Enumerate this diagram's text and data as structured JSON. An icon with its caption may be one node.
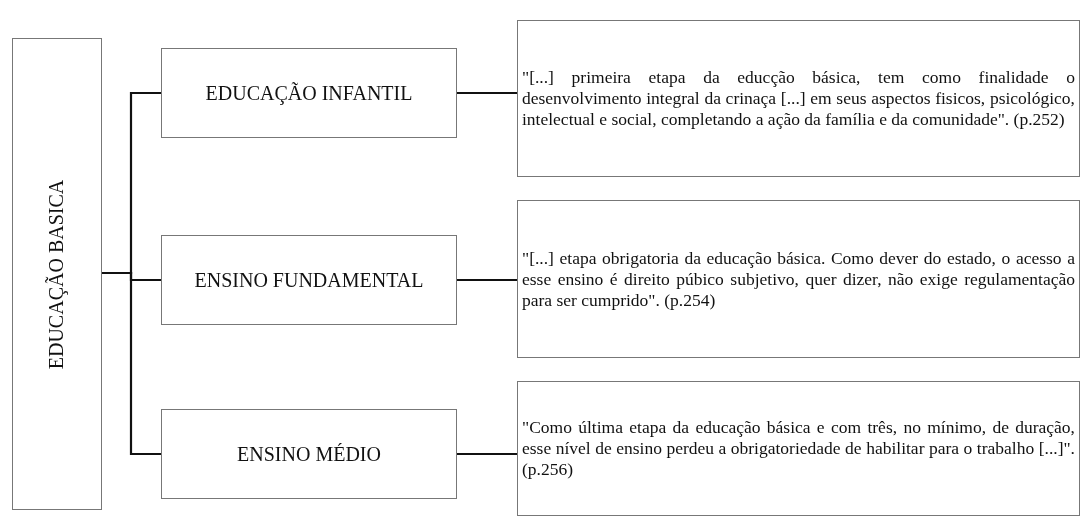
{
  "diagram": {
    "nodes": [
      {
        "text": [
          "EDUCAÇÃO BASICA"
        ]
      },
      {
        "text": [
          "EDUCAÇÃO INFANTIL"
        ]
      },
      {
        "text": [
          "ENSINO FUNDAMENTAL"
        ]
      },
      {
        "text": [
          "ENSINO MÉDIO"
        ]
      },
      {
        "text": [
          "\"[...] primeira etapa da educção básica, tem como finalidade o desenvolvimento integral da crinaça [...] em seus aspectos fisicos, psicológico, intelectual e social, completando a ação da família e da comunidade\". (p.252)"
        ]
      },
      {
        "text": [
          "\"[...] etapa obrigatoria da educação básica. Como dever do estado, o acesso a esse ensino é direito púbico subjetivo, quer dizer, não exige regulamentação para ser cumprido\". (p.254)"
        ]
      },
      {
        "text": [
          "\"Como última etapa da educação básica e com três, no mínimo, de duração, esse nível de ensino perdeu a obrigatoriedade de habilitar para o trabalho [...]\". (p.256)"
        ]
      }
    ],
    "edges": [
      {
        "from": 0,
        "to": 1,
        "arrow": "none"
      },
      {
        "from": 0,
        "to": 2,
        "arrow": "none"
      },
      {
        "from": 0,
        "to": 3,
        "arrow": "none"
      },
      {
        "from": 1,
        "to": 4,
        "arrow": "none"
      },
      {
        "from": 2,
        "to": 5,
        "arrow": "none"
      },
      {
        "from": 3,
        "to": 6,
        "arrow": "none"
      }
    ]
  }
}
